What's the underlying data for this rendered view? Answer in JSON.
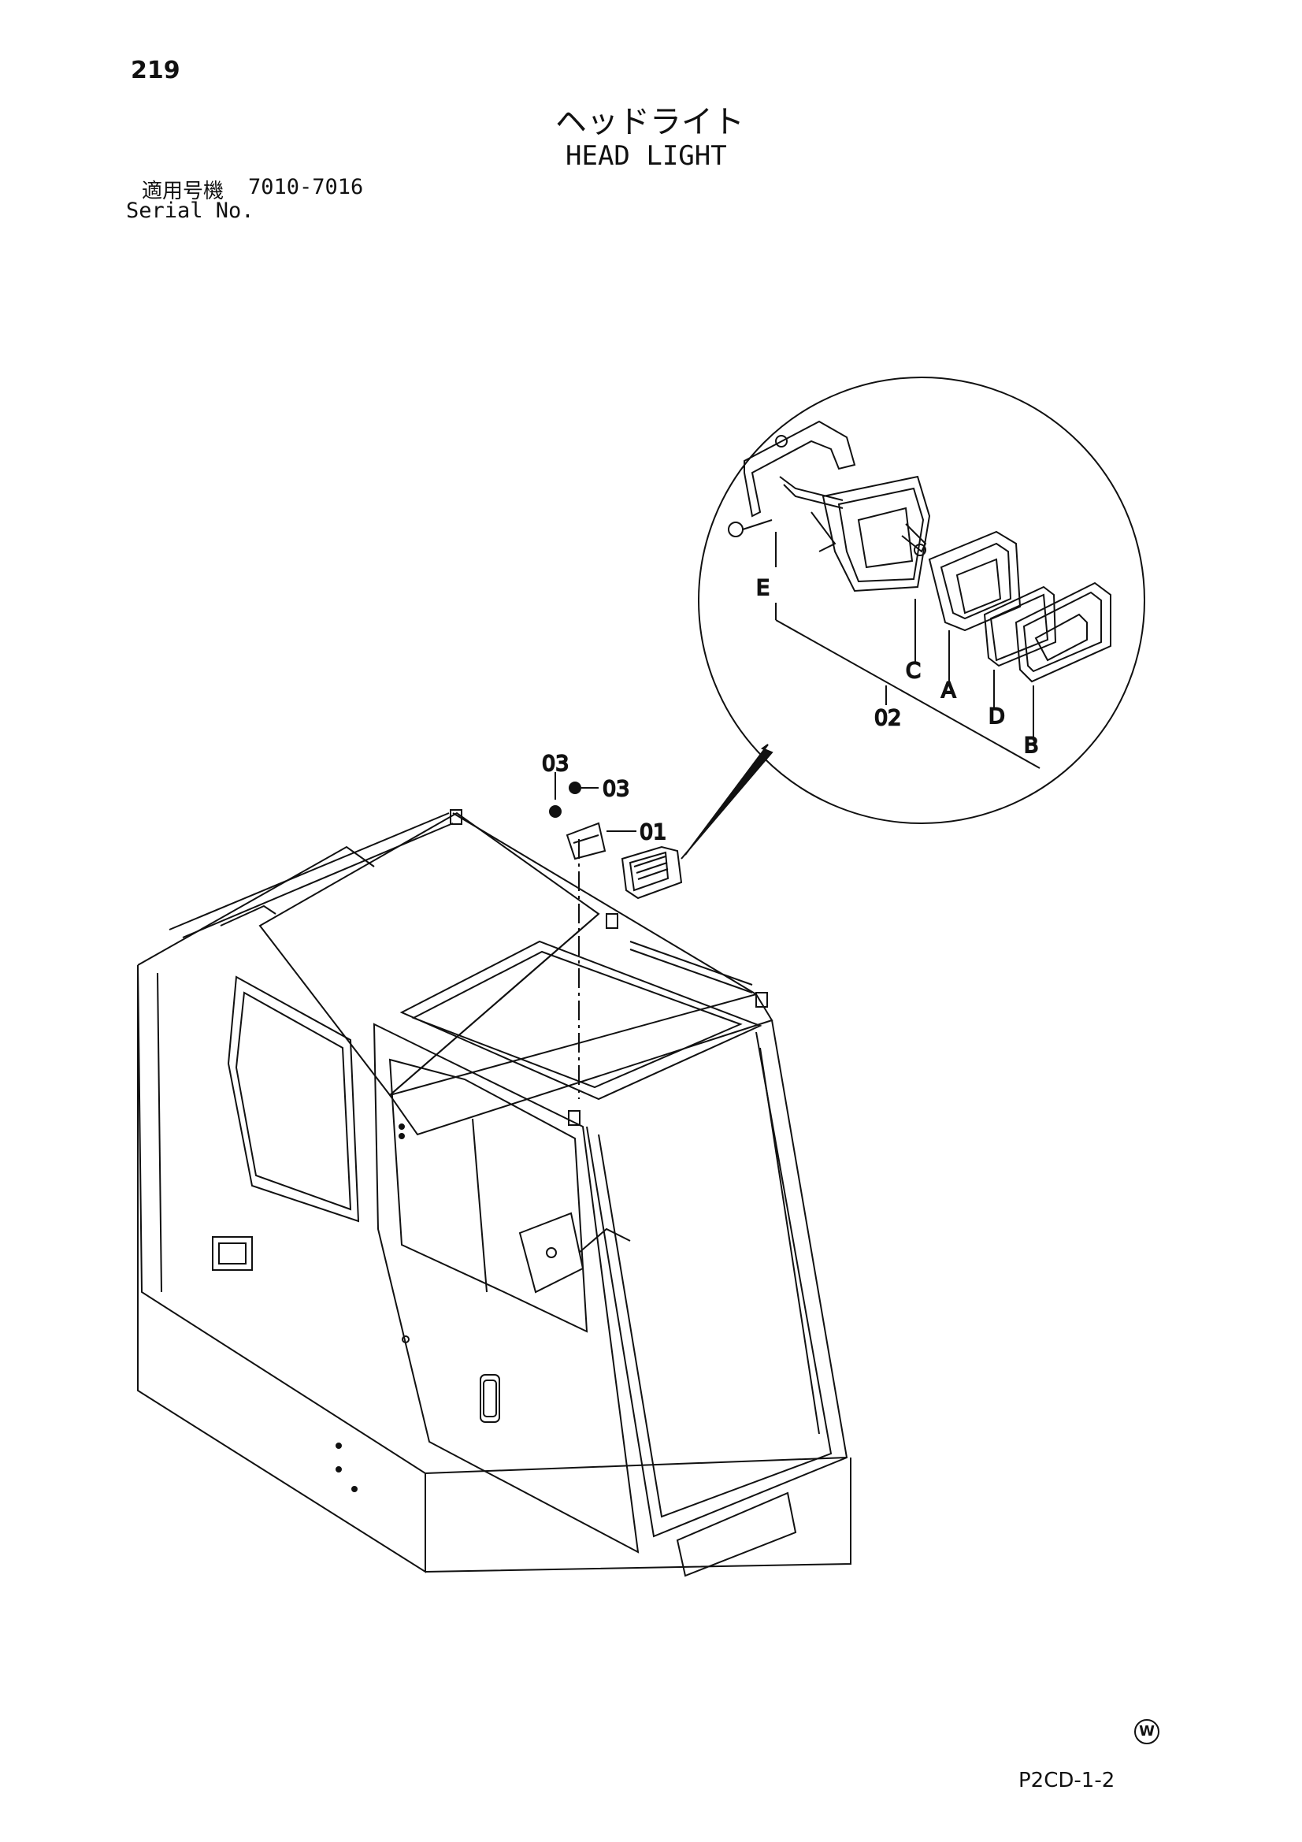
{
  "page": {
    "number": "219",
    "title_ja": "ヘッドライト",
    "title_en": "HEAD LIGHT",
    "serial_label_ja": "適用号機",
    "serial_range": "7010-7016",
    "serial_label_en": "Serial No.",
    "ref_code": "P2CD-1-2",
    "w_mark": "W"
  },
  "callouts": {
    "part_01": "01",
    "part_02": "02",
    "part_03_left": "03",
    "part_03_right": "03",
    "sub_a": "A",
    "sub_b": "B",
    "sub_c": "C",
    "sub_d": "D",
    "sub_e": "E"
  }
}
